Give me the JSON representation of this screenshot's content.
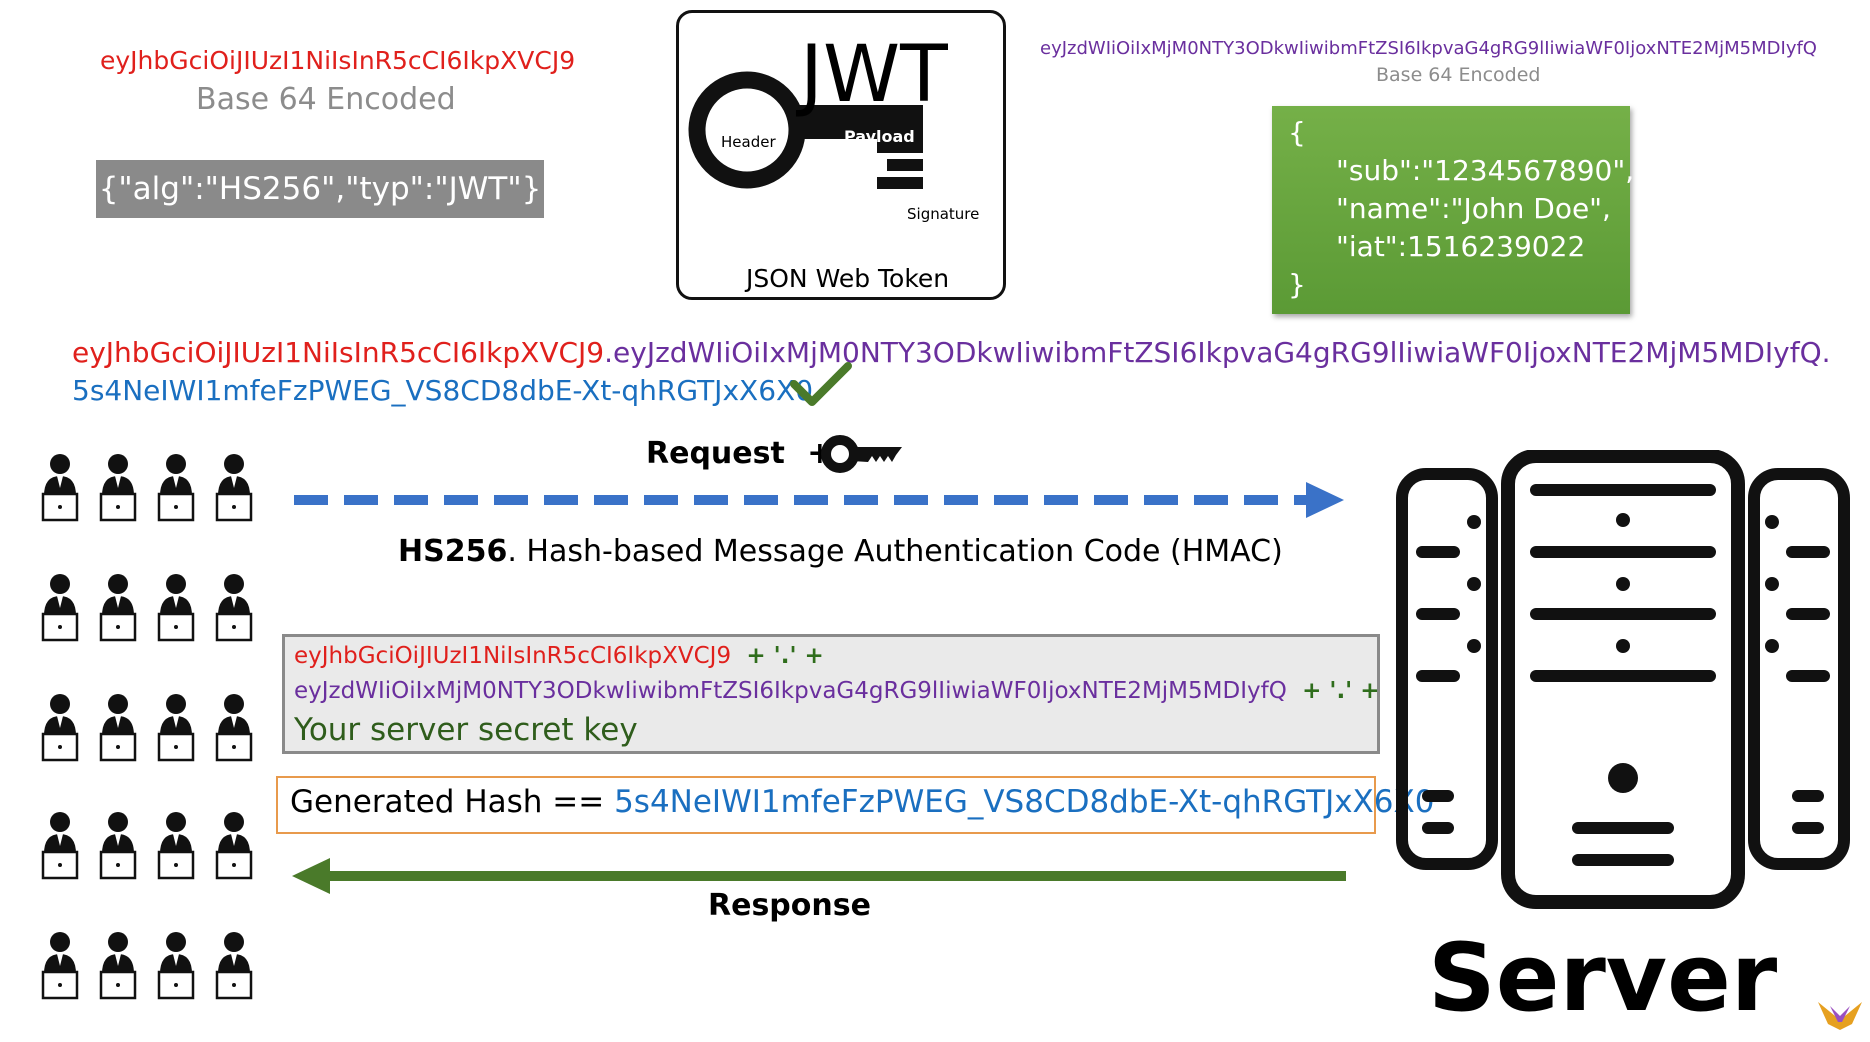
{
  "header": {
    "token": "eyJhbGciOiJIUzI1NiIsInR5cCI6IkpXVCJ9",
    "encoded_label": "Base 64 Encoded",
    "json": "{\"alg\":\"HS256\",\"typ\":\"JWT\"}"
  },
  "logo": {
    "title": "JWT",
    "header": "Header",
    "payload": "Payload",
    "signature": "Signature",
    "caption": "JSON Web Token"
  },
  "payload": {
    "token": "eyJzdWIiOiIxMjM0NTY3ODkwIiwibmFtZSI6IkpvaG4gRG9lIiwiaWF0IjoxNTE2MjM5MDIyfQ",
    "encoded_label": "Base 64 Encoded",
    "json_lines": [
      "{",
      "\"sub\":\"1234567890\",",
      "\"name\":\"John Doe\",",
      "\"iat\":1516239022",
      "}"
    ]
  },
  "full_token": {
    "header": "eyJhbGciOiJIUzI1NiIsInR5cCI6IkpXVCJ9",
    "dot": ".",
    "payload": "eyJzdWIiOiIxMjM0NTY3ODkwIiwibmFtZSI6IkpvaG4gRG9lIiwiaWF0IjoxNTE2MjM5MDIyfQ",
    "signature": "5s4NeIWI1mfeFzPWEG_VS8CD8dbE-Xt-qhRGTJxX6X0"
  },
  "request": {
    "label": "Request",
    "plus": "+"
  },
  "hmac": {
    "algo": "HS256",
    "rest": ". Hash-based Message Authentication Code (HMAC)"
  },
  "concat": {
    "header": "eyJhbGciOiJIUzI1NiIsInR5cCI6IkpXVCJ9",
    "payload": "eyJzdWIiOiIxMjM0NTY3ODkwIiwibmFtZSI6IkpvaG4gRG9lIiwiaWF0IjoxNTE2MjM5MDIyfQ",
    "join": "+ '.' +",
    "secret": "Your server secret key"
  },
  "generated": {
    "label": "Generated Hash == ",
    "hash": "5s4NeIWI1mfeFzPWEG_VS8CD8dbE-Xt-qhRGTJxX6X0"
  },
  "response": {
    "label": "Response"
  },
  "server": {
    "label": "Server"
  },
  "colors": {
    "header_red": "#e0201c",
    "payload_purple": "#6a2f9e",
    "signature_blue": "#1a6fc0",
    "request_arrow": "#3a72c8",
    "response_arrow": "#4a7a2a",
    "payload_box": "#5f9d39"
  }
}
